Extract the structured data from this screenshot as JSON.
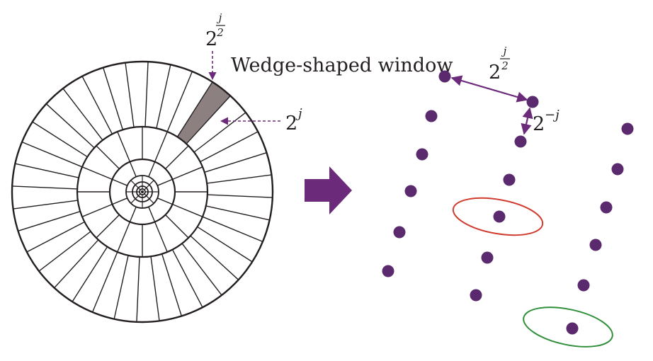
{
  "labels": {
    "wedge_window": "Wedge-shaped window",
    "wedge_width_base": "2",
    "wedge_width_num": "j",
    "wedge_width_den": "2",
    "wedge_length_base": "2",
    "wedge_length_exp": "j",
    "grid_step_base": "2",
    "grid_step_num": "j",
    "grid_step_den": "2",
    "grid_gap_base": "2",
    "grid_gap_exp": "−j"
  },
  "colors": {
    "stroke": "#231f20",
    "wedge_fill": "#8c8180",
    "accent_purple": "#6b2a7a",
    "dot": "#5b2a6e",
    "arrow_fill": "#6b2a7a",
    "ellipse_red": "#d13b2f",
    "ellipse_green": "#2f8f3a"
  },
  "icons": {
    "arrow": "right-arrow-icon"
  }
}
